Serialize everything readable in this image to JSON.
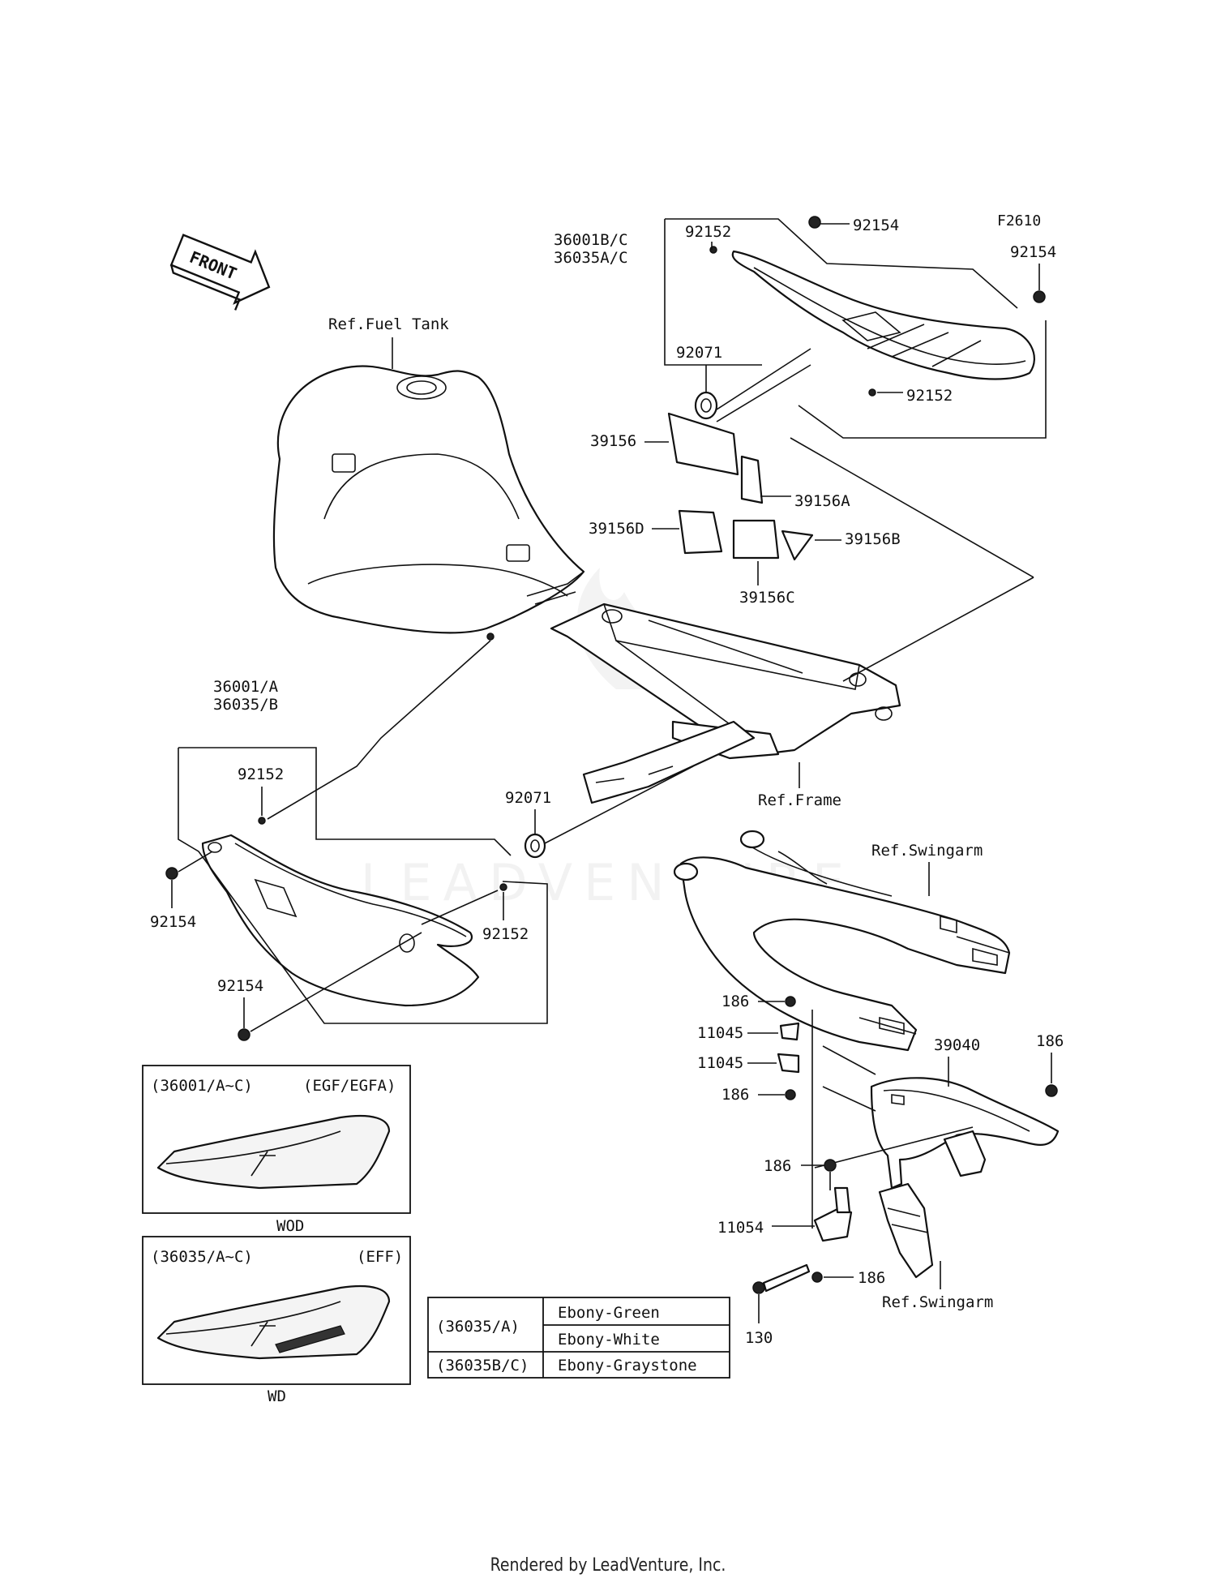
{
  "diagram_code": "F2610",
  "front_marker": "FRONT",
  "watermark": "LEADVENTURE",
  "references": {
    "fuel_tank": "Ref.Fuel Tank",
    "frame": "Ref.Frame",
    "swingarm_upper": "Ref.Swingarm",
    "swingarm_lower": "Ref.Swingarm"
  },
  "callouts": {
    "tail_cover_line1": "36001B/C",
    "tail_cover_line2": "36035A/C",
    "side_cover_line1": "36001/A",
    "side_cover_line2": "36035/B",
    "p92152_top": "92152",
    "p92154_top": "92154",
    "p92154_right": "92154",
    "p92152_right": "92152",
    "p92071_top": "92071",
    "p39156": "39156",
    "p39156A": "39156A",
    "p39156D": "39156D",
    "p39156B": "39156B",
    "p39156C": "39156C",
    "p92152_left": "92152",
    "p92071_left": "92071",
    "p92154_left": "92154",
    "p92152_mid": "92152",
    "p92154_bottom": "92154",
    "p186_a": "186",
    "p11045_a": "11045",
    "p11045_b": "11045",
    "p186_b": "186",
    "p39040": "39040",
    "p186_c": "186",
    "p186_d": "186",
    "p11054": "11054",
    "p186_e": "186",
    "p130": "130"
  },
  "insets": [
    {
      "part": "(36001/A~C)",
      "model": "(EGF/EGFA)",
      "caption": "WOD"
    },
    {
      "part": "(36035/A~C)",
      "model": "(EFF)",
      "caption": "WD"
    }
  ],
  "color_table": {
    "rows": [
      {
        "part": "(36035/A)",
        "colors": [
          "Ebony-Green",
          "Ebony-White"
        ]
      },
      {
        "part": "(36035B/C)",
        "colors": [
          "Ebony-Graystone"
        ]
      }
    ]
  },
  "footer": "Rendered by LeadVenture, Inc."
}
